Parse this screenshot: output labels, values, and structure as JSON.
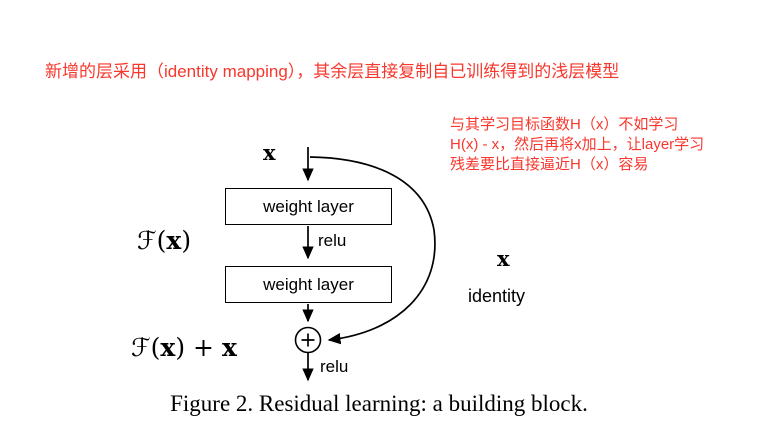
{
  "annotations": {
    "red_color": "#f8372d",
    "top": "新增的层采用（identity mapping），其余层直接复制自已训练得到的浅层模型",
    "right_line1": "与其学习目标函数H（x）不如学习",
    "right_line2": "H(x) - x，然后再将x加上，让layer学习",
    "right_line3": "残差要比直接逼近H（x）容易"
  },
  "diagram": {
    "input_label": "x",
    "weight_layer_1": "weight layer",
    "relu_1": "relu",
    "f_label": {
      "f": "ℱ(",
      "x": "x",
      "close": ")"
    },
    "weight_layer_2": "weight layer",
    "identity_x": "x",
    "identity_label": "identity",
    "sum_label": {
      "f": "ℱ(",
      "x": "x",
      "close": ") + ",
      "x2": "x"
    },
    "plus_symbol": "+",
    "relu_2": "relu"
  },
  "caption": "Figure 2. Residual learning: a building block."
}
